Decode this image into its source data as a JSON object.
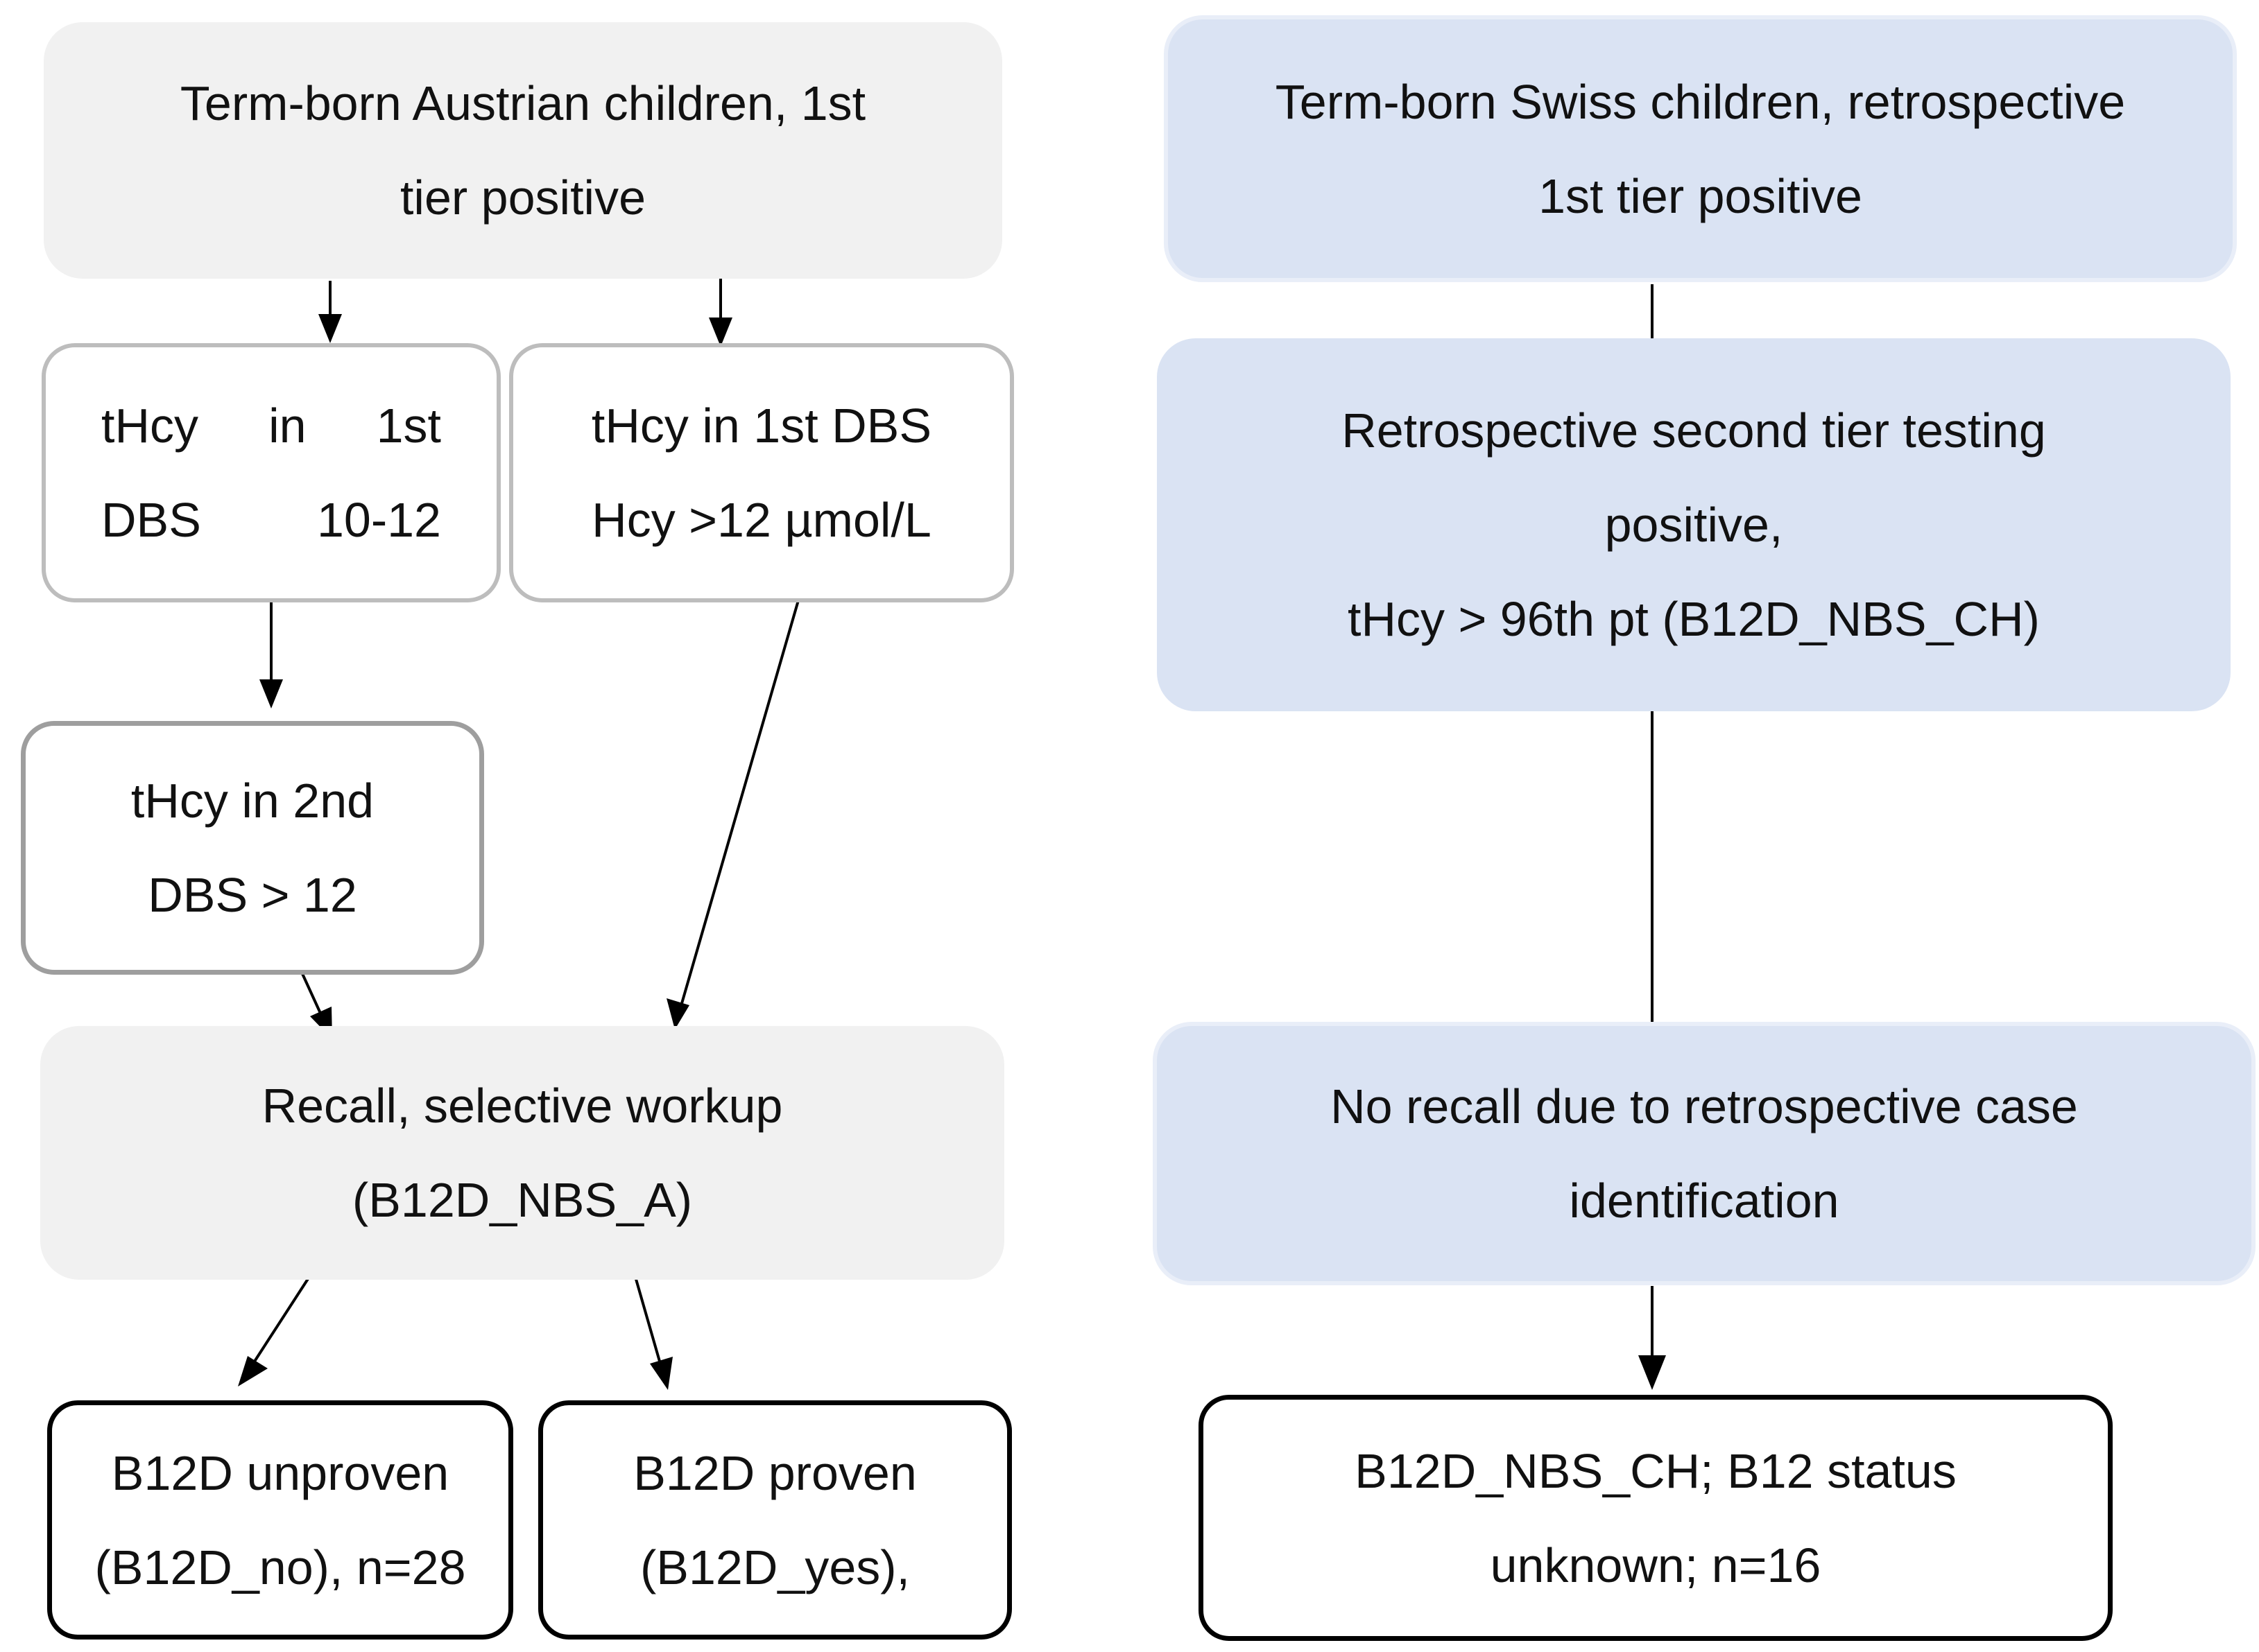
{
  "austrian": {
    "start": {
      "line1": "Term-born Austrian children, 1st",
      "line2": "tier positive"
    },
    "range_box": {
      "row1": [
        "tHcy",
        "in",
        "1st"
      ],
      "row2": [
        "DBS",
        "10-12"
      ]
    },
    "high_box": {
      "line1": "tHcy in 1st DBS",
      "line2": "Hcy >12 µmol/L"
    },
    "second_dbs": {
      "line1": "tHcy in 2nd",
      "line2": "DBS > 12"
    },
    "recall": {
      "line1": "Recall, selective workup",
      "line2": "(B12D_NBS_A)"
    },
    "unproven": {
      "line1": "B12D unproven",
      "line2": "(B12D_no), n=28"
    },
    "proven": {
      "line1": "B12D proven",
      "line2": "(B12D_yes),"
    }
  },
  "swiss": {
    "start": {
      "line1": "Term-born Swiss children, retrospective",
      "line2": "1st tier positive"
    },
    "second_tier": {
      "line1": "Retrospective second tier testing",
      "line2": "positive,",
      "line3": "tHcy > 96th pt (B12D_NBS_CH)"
    },
    "no_recall": {
      "line1": "No recall due to retrospective case",
      "line2": "identification"
    },
    "outcome": {
      "line1": "B12D_NBS_CH; B12 status",
      "line2": "unknown; n=16"
    }
  },
  "colors": {
    "gray_fill": "#f1f1f1",
    "blue_fill": "#dae3f3",
    "outline_gray": "#bdbdbd",
    "outline_black": "#000000"
  }
}
